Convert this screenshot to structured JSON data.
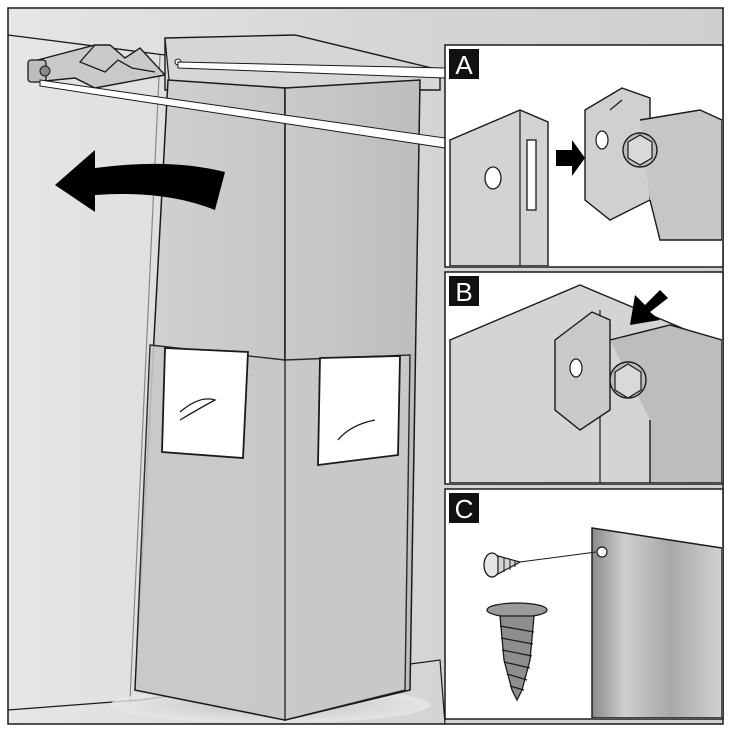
{
  "panels": [
    {
      "label": "A"
    },
    {
      "label": "B"
    },
    {
      "label": "C"
    }
  ],
  "colors": {
    "background": "#ffffff",
    "wall": "#dcdcdc",
    "panel_steel": "#cfcfcf",
    "outline": "#1a1a1a",
    "label_fill": "#111111",
    "arrow": "#000000",
    "protective_film": "#ffffff"
  },
  "icons": [
    "chimney-duct",
    "rotate-left-arrow",
    "push-arrow",
    "bracket",
    "screw"
  ]
}
